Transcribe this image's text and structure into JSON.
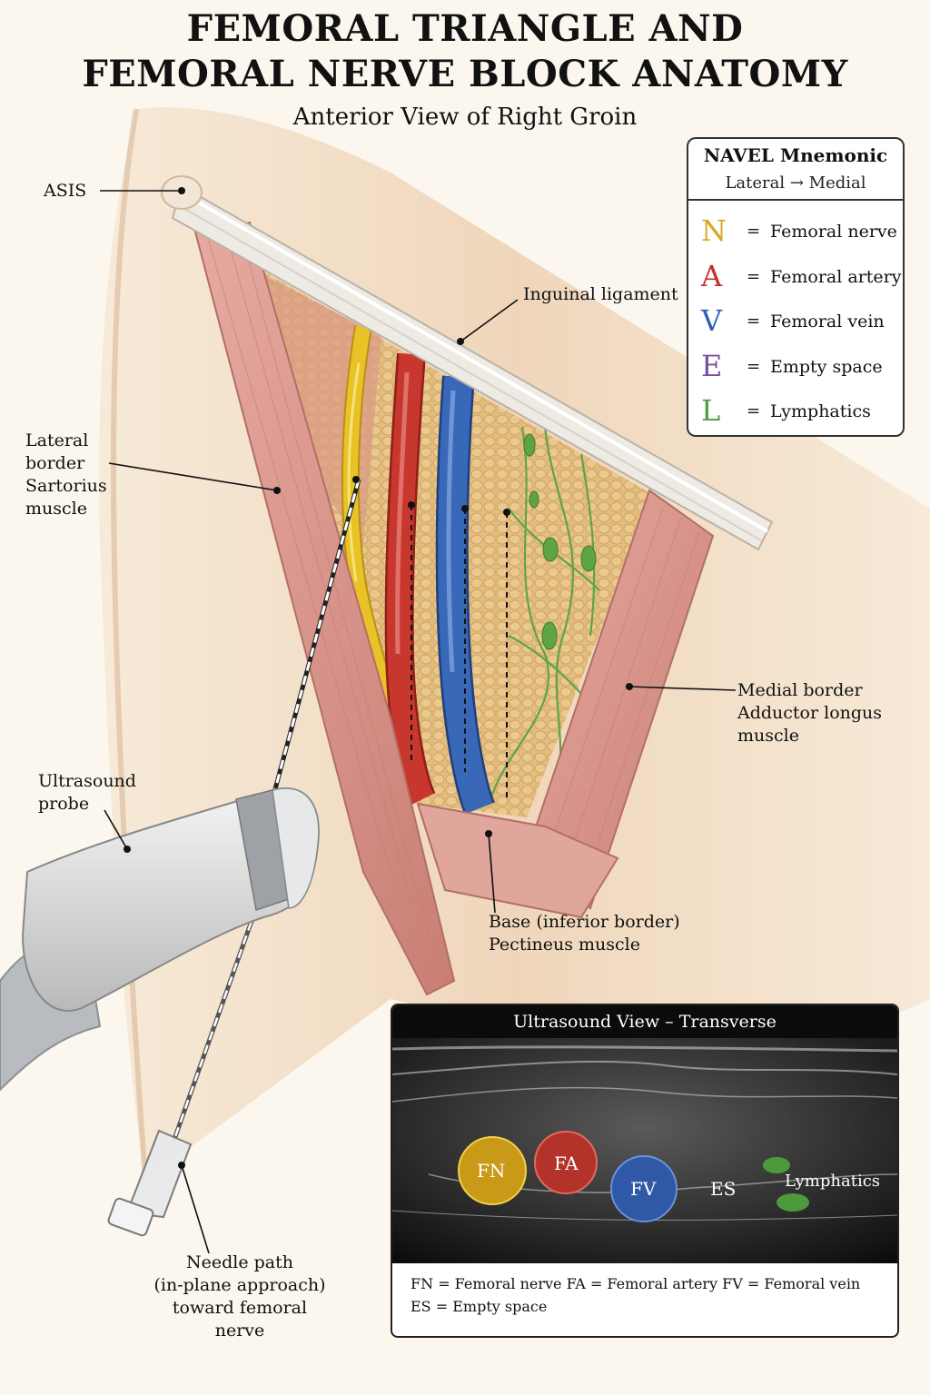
{
  "title_line1": "FEMORAL TRIANGLE AND",
  "title_line2": "FEMORAL NERVE BLOCK ANATOMY",
  "subtitle": "Anterior View of Right Groin",
  "labels": {
    "asis": "ASIS",
    "inguinal_ligament": "Inguinal ligament",
    "lateral_border": [
      "Lateral",
      "border",
      "Sartorius",
      "muscle"
    ],
    "medial_border": [
      "Medial border",
      "Adductor longus",
      "muscle"
    ],
    "ultrasound_probe": [
      "Ultrasound",
      "probe"
    ],
    "base": [
      "Base (inferior border)",
      "Pectineus muscle"
    ],
    "needle_path": [
      "Needle path",
      "(in-plane approach)",
      "toward femoral nerve"
    ]
  },
  "mnemonic": {
    "title": "NAVEL Mnemonic",
    "subtitle": "Lateral → Medial",
    "rows": [
      {
        "letter": "N",
        "eq": "=",
        "desc": "Femoral nerve",
        "color": "#d9a81c"
      },
      {
        "letter": "A",
        "eq": "=",
        "desc": "Femoral artery",
        "color": "#c3302a"
      },
      {
        "letter": "V",
        "eq": "=",
        "desc": "Femoral vein",
        "color": "#2f5fb4"
      },
      {
        "letter": "E",
        "eq": "=",
        "desc": "Empty space",
        "color": "#7a4f9e"
      },
      {
        "letter": "L",
        "eq": "=",
        "desc": "Lymphatics",
        "color": "#4f9a3f"
      }
    ]
  },
  "ultrasound": {
    "title": "Ultrasound View – Transverse",
    "fn": "FN",
    "fa": "FA",
    "fv": "FV",
    "es": "ES",
    "lymphatics": "Lymphatics",
    "legend_line1": "FN = Femoral nerve     FA = Femoral artery     FV = Femoral vein",
    "legend_line2": "ES = Empty space"
  },
  "colors": {
    "nerve": "#e8c226",
    "artery": "#c8372d",
    "vein": "#3a68b8",
    "lymph": "#5ea447",
    "muscle": "#d99a90",
    "skin": "#f1dcc4"
  }
}
